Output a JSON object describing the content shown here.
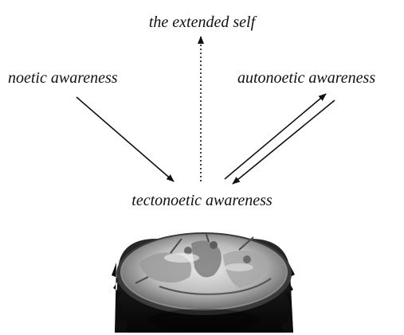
{
  "labels": {
    "top": "the extended self",
    "left": "noetic awareness",
    "right": "autonoetic awareness",
    "center": "tectonoetic awareness"
  },
  "colors": {
    "arrow": "#111111",
    "seal_dark": "#1a1a1a",
    "seal_silver": "#c8c8c8"
  },
  "image_subject": "engraved-seal-ring-bezel"
}
